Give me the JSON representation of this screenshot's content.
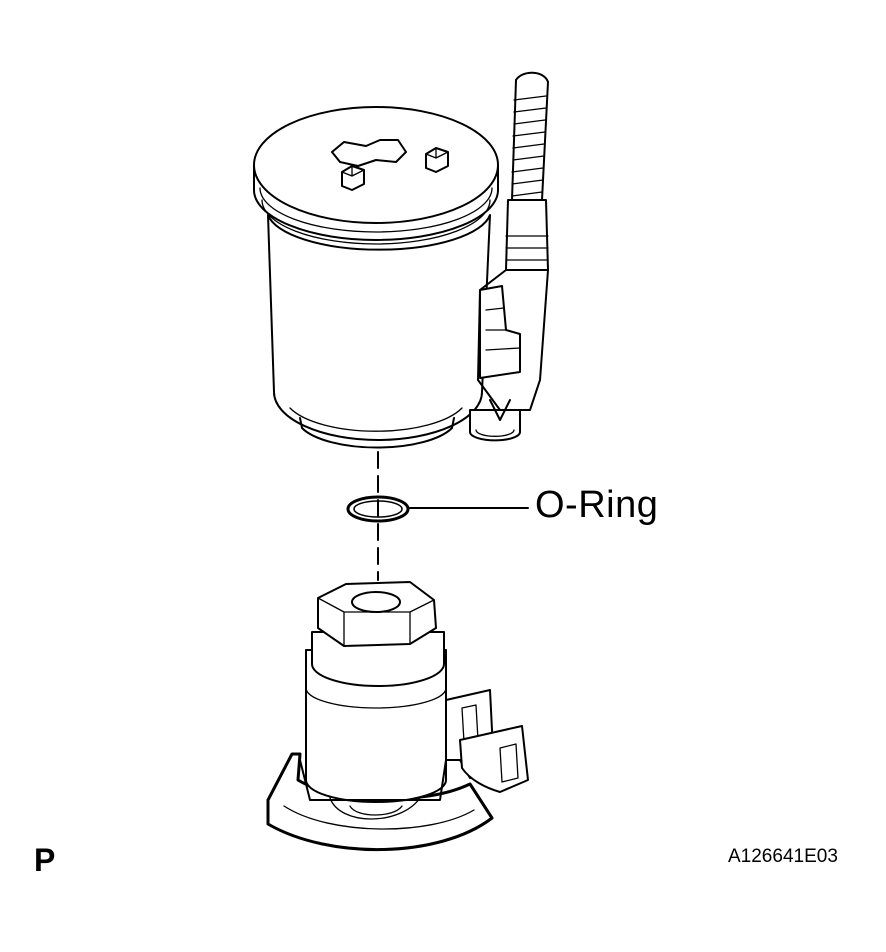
{
  "diagram": {
    "callout_label": "O-Ring",
    "corner_letter": "P",
    "figure_code": "A126641E03"
  }
}
